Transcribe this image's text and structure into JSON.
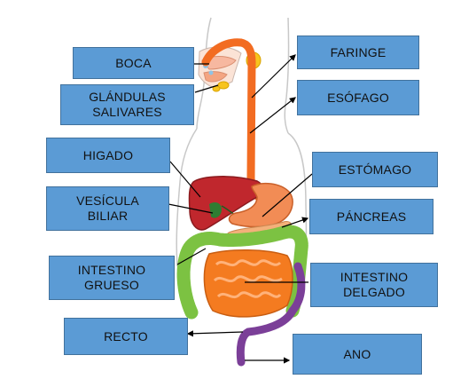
{
  "labels": {
    "boca": "BOCA",
    "glandulas_1": "GLÁNDULAS",
    "glandulas_2": "SALIVARES",
    "higado": "HIGADO",
    "vesicula_1": "VESÍCULA",
    "vesicula_2": "BILIAR",
    "intestino_grueso_1": "INTESTINO",
    "intestino_grueso_2": "GRUESO",
    "recto": "RECTO",
    "faringe": "FARINGE",
    "esofago": "ESÓFAGO",
    "estomago": "ESTÓMAGO",
    "pancreas": "PÁNCREAS",
    "intestino_delgado_1": "INTESTINO",
    "intestino_delgado_2": "DELGADO",
    "ano": "ANO"
  },
  "colors": {
    "label_fill": "#5b9bd5",
    "label_border": "#41719c",
    "esophagus": "#f26c22",
    "liver": "#c0272d",
    "stomach": "#f28c55",
    "large_intestine": "#7cc242",
    "small_intestine": "#f47b20",
    "rectum": "#7b3f98",
    "salivary_glands": "#f7c41f",
    "gallbladder": "#2e7d32"
  }
}
